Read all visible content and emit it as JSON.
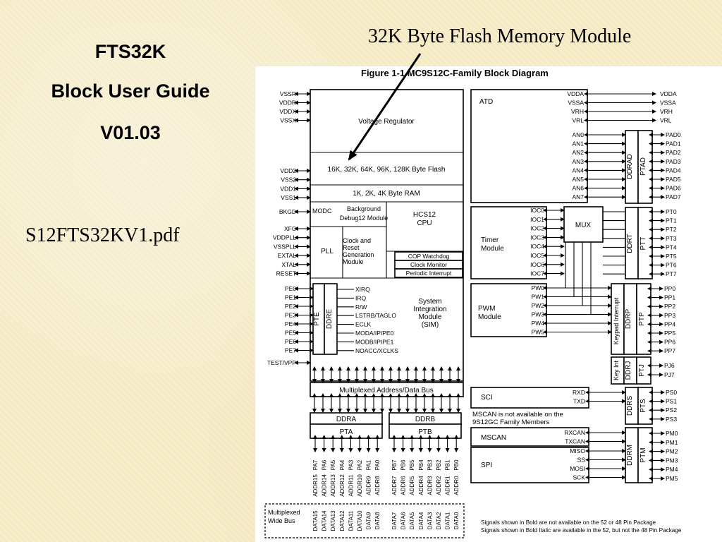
{
  "slide": {
    "title_line1": "FTS32K",
    "title_line2": "Block User Guide",
    "title_line3": "V01.03",
    "pdf_name": "S12FTS32KV1.pdf",
    "flash_label": "32K Byte Flash Memory Module"
  },
  "diagram": {
    "figure_title": "Figure 1-1 MC9S12C-Family Block Diagram",
    "left_pins_top": [
      "VSSR",
      "VDDR",
      "VDDX",
      "VSSX"
    ],
    "left_pins_power": [
      "VDD2",
      "VSS2",
      "VDD1",
      "VSS1"
    ],
    "bkgd": "BKGD",
    "left_pins_clock": [
      "XFC",
      "VDDPLL",
      "VSSPLL",
      "EXTAL",
      "XTAL",
      "RESET"
    ],
    "pe_pins": [
      "PE0",
      "PE1",
      "PE2",
      "PE3",
      "PE4",
      "PE5",
      "PE6",
      "PE7"
    ],
    "test_pin": "TEST/VPP",
    "voltage_regulator": "Voltage Regulator",
    "flash_block": "16K, 32K, 64K, 96K, 128K Byte Flash",
    "ram_block": "1K, 2K, 4K Byte RAM",
    "modc": "MODC",
    "bdm_line1": "Background",
    "bdm_line2": "Debug12 Module",
    "cpu_line1": "HCS12",
    "cpu_line2": "CPU",
    "pll": "PLL",
    "crg_lines": [
      "Clock and",
      "Reset",
      "Generation",
      "Module"
    ],
    "crg_subs": [
      "COP Watchdog",
      "Clock Monitor",
      "Periodic Interrupt"
    ],
    "pte": "PTE",
    "ddre": "DDRE",
    "sim_signals": [
      "XIRQ",
      "IRQ",
      "R/W",
      "LSTRB/TAGLO",
      "ECLK",
      "MODA/IPIPE0",
      "MODB/IPIPE1",
      "NOACC/XCLKS"
    ],
    "sim_lines": [
      "System",
      "Integration",
      "Module",
      "(SIM)"
    ],
    "bus_label": "Multiplexed Address/Data Bus",
    "ddra": "DDRA",
    "pta": "PTA",
    "ddrb": "DDRB",
    "ptb": "PTB",
    "pa_pins": [
      "PA7",
      "PA6",
      "PA5",
      "PA4",
      "PA3",
      "PA2",
      "PA1",
      "PA0"
    ],
    "pb_pins": [
      "PB7",
      "PB6",
      "PB5",
      "PB4",
      "PB3",
      "PB2",
      "PB1",
      "PB0"
    ],
    "addr_a": [
      "ADDR15",
      "ADDR14",
      "ADDR13",
      "ADDR12",
      "ADDR11",
      "ADDR10",
      "ADDR9",
      "ADDR8"
    ],
    "addr_b": [
      "ADDR7",
      "ADDR6",
      "ADDR5",
      "ADDR4",
      "ADDR3",
      "ADDR2",
      "ADDR1",
      "ADDR0"
    ],
    "mux_wide_line1": "Multiplexed",
    "mux_wide_line2": "Wide Bus",
    "data_a": [
      "DATA15",
      "DATA14",
      "DATA13",
      "DATA12",
      "DATA11",
      "DATA10",
      "DATA9",
      "DATA8"
    ],
    "data_b": [
      "DATA7",
      "DATA6",
      "DATA5",
      "DATA4",
      "DATA3",
      "DATA2",
      "DATA1",
      "DATA0"
    ],
    "atd": "ATD",
    "atd_ref": [
      "VDDA",
      "VSSA",
      "VRH",
      "VRL"
    ],
    "atd_an": [
      "AN0",
      "AN1",
      "AN2",
      "AN3",
      "AN4",
      "AN5",
      "AN6",
      "AN7"
    ],
    "ddrad": "DDRAD",
    "ptad": "PTAD",
    "pad_pins": [
      "PAD0",
      "PAD1",
      "PAD2",
      "PAD3",
      "PAD4",
      "PAD5",
      "PAD6",
      "PAD7"
    ],
    "timer_line1": "Timer",
    "timer_line2": "Module",
    "ioc": [
      "IOC0",
      "IOC1",
      "IOC2",
      "IOC3",
      "IOC4",
      "IOC5",
      "IOC6",
      "IOC7"
    ],
    "mux": "MUX",
    "ddrt": "DDRT",
    "ptt": "PTT",
    "pt_pins": [
      "PT0",
      "PT1",
      "PT2",
      "PT3",
      "PT4",
      "PT5",
      "PT6",
      "PT7"
    ],
    "pwm_line1": "PWM",
    "pwm_line2": "Module",
    "pw": [
      "PW0",
      "PW1",
      "PW2",
      "PW3",
      "PW4",
      "PW5"
    ],
    "keypad": "Keypad Interrupt",
    "ddrp": "DDRP",
    "ptp": "PTP",
    "pp_pins": [
      "PP0",
      "PP1",
      "PP2",
      "PP3",
      "PP4",
      "PP5",
      "PP6",
      "PP7"
    ],
    "keyint": "Key Int",
    "ddrj": "DDRJ",
    "ptj": "PTJ",
    "pj_pins": [
      "PJ6",
      "PJ7"
    ],
    "sci": "SCI",
    "sci_sig": [
      "RXD",
      "TXD"
    ],
    "ddrs": "DDRS",
    "pts": "PTS",
    "ps_pins": [
      "PS0",
      "PS1",
      "PS2",
      "PS3"
    ],
    "mscan_note_line1": "MSCAN is not available on the",
    "mscan_note_line2": "9S12GC Family Members",
    "mscan": "MSCAN",
    "mscan_sig": [
      "RXCAN",
      "TXCAN"
    ],
    "spi": "SPI",
    "spi_sig": [
      "MISO",
      "SS",
      "MOSI",
      "SCK"
    ],
    "ddrm": "DDRM",
    "ptm": "PTM",
    "pm_pins": [
      "PM0",
      "PM1",
      "PM2",
      "PM3",
      "PM4",
      "PM5"
    ],
    "footnote1": "Signals shown in Bold are not available on the 52 or 48 Pin Package",
    "footnote2": "Signals shown in Bold Italic are available in the 52, but not the 48 Pin Package"
  }
}
